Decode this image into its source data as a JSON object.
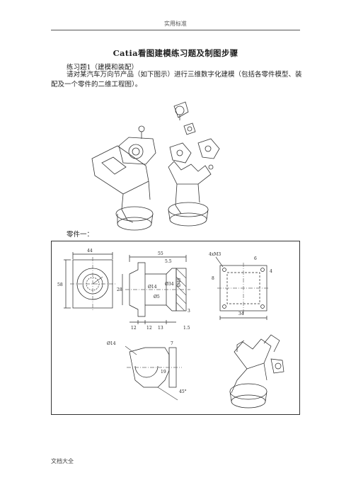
{
  "header": {
    "text": "实用标准"
  },
  "title": "Catia看图建模练习题及制图步骤",
  "exercise": {
    "label": "练习题1（建模和装配）"
  },
  "description": "请对某汽车万向节产品（如下图示）进行三维数字化建模（包括各零件模型、装配及一个零件的二维工程图）。",
  "part_label": "零件一：",
  "drawing": {
    "dims": {
      "d44": "44",
      "d58": "58",
      "d55": "55",
      "d5_5": "5.5",
      "d28": "28",
      "d14": "Ø14",
      "d5": "Ø5",
      "d34": "Ø34",
      "d40": "Ø40",
      "d12a": "12",
      "d12b": "12",
      "d13": "13",
      "d3": "3",
      "d1_5": "1.5",
      "d4xm3": "4xM3",
      "d6": "6",
      "d4": "4",
      "d8": "8",
      "d34b": "34",
      "dR14": "Ø14",
      "d7": "7",
      "d19": "19",
      "d45": "45°"
    }
  },
  "footer": {
    "text": "文档大全"
  }
}
